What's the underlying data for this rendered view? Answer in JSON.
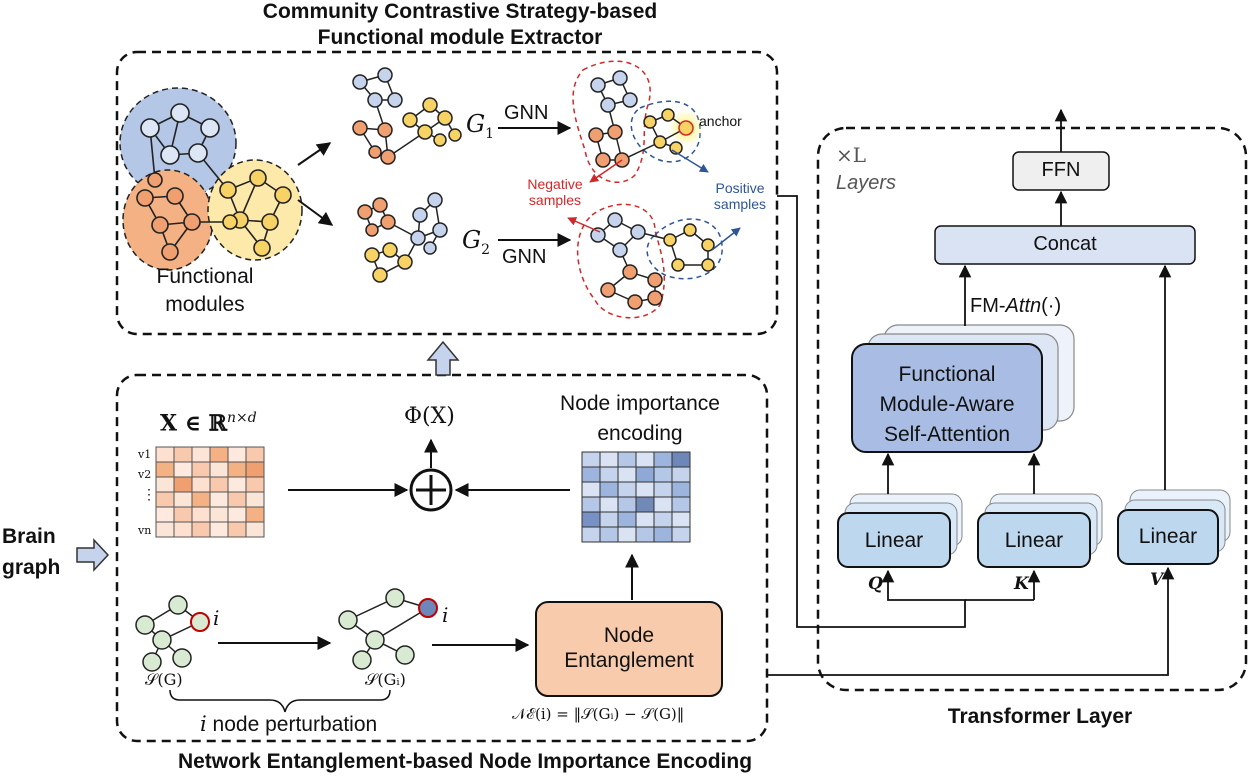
{
  "top_panel": {
    "title_line1": "Community Contrastive Strategy-based",
    "title_line2": "Functional module Extractor",
    "functional_modules_line1": "Functional",
    "functional_modules_line2": "modules",
    "g1": "G",
    "g1_sub": "1",
    "g2": "G",
    "g2_sub": "2",
    "gnn1": "GNN",
    "gnn2": "GNN",
    "anchor": "anchor",
    "negative_line1": "Negative",
    "negative_line2": "samples",
    "positive_line1": "Positive",
    "positive_line2": "samples"
  },
  "bottom_panel": {
    "title": "Network Entanglement-based Node Importance Encoding",
    "x_matrix": "X ∈ ℝ",
    "x_matrix_sup": "n×d",
    "phi": "Φ(X)",
    "plus": "+",
    "node_importance_line1": "Node importance",
    "node_importance_line2": "encoding",
    "rows": [
      "v1",
      "v2",
      "⋮",
      "vn"
    ],
    "node_entanglement_line1": "Node",
    "node_entanglement_line2": "Entanglement",
    "formula": "𝒩ℰ(i) = ‖𝒮(Gᵢ) − 𝒮(G)‖",
    "sg": "𝒮(G)",
    "sgi": "𝒮(Gᵢ)",
    "i_label1": "i",
    "i_label2": "i",
    "perturbation_i": "i",
    "perturbation_text": " node perturbation"
  },
  "brain_graph": {
    "line1": "Brain",
    "line2": "graph"
  },
  "transformer": {
    "title": "Transformer Layer",
    "layers_times": "×L",
    "layers_label": "Layers",
    "ffn": "FFN",
    "concat": "Concat",
    "fm_attn_prefix": "FM-",
    "fm_attn_fn": "Attn",
    "fm_attn_suffix": "(·)",
    "attention_line1": "Functional",
    "attention_line2": "Module-Aware",
    "attention_line3": "Self-Attention",
    "linear_q": "Linear",
    "linear_k": "Linear",
    "linear_v": "Linear",
    "q": "Q",
    "k": "K",
    "v": "V"
  },
  "colors": {
    "blue_fill": "#b4c7e7",
    "blue_node": "#c5d3ec",
    "orange_fill": "#f4b183",
    "orange_node": "#f0a070",
    "yellow_fill": "#fde9a9",
    "yellow_node": "#f7d264",
    "green_node": "#d9ead3",
    "attention_box": "#a9bde4",
    "linear_box": "#bdd7ee",
    "concat_box": "#dae3f3",
    "ffn_box": "#efefef",
    "entanglement_box": "#f8cbad",
    "negative_red": "#d0282a",
    "positive_blue": "#2f5597"
  }
}
